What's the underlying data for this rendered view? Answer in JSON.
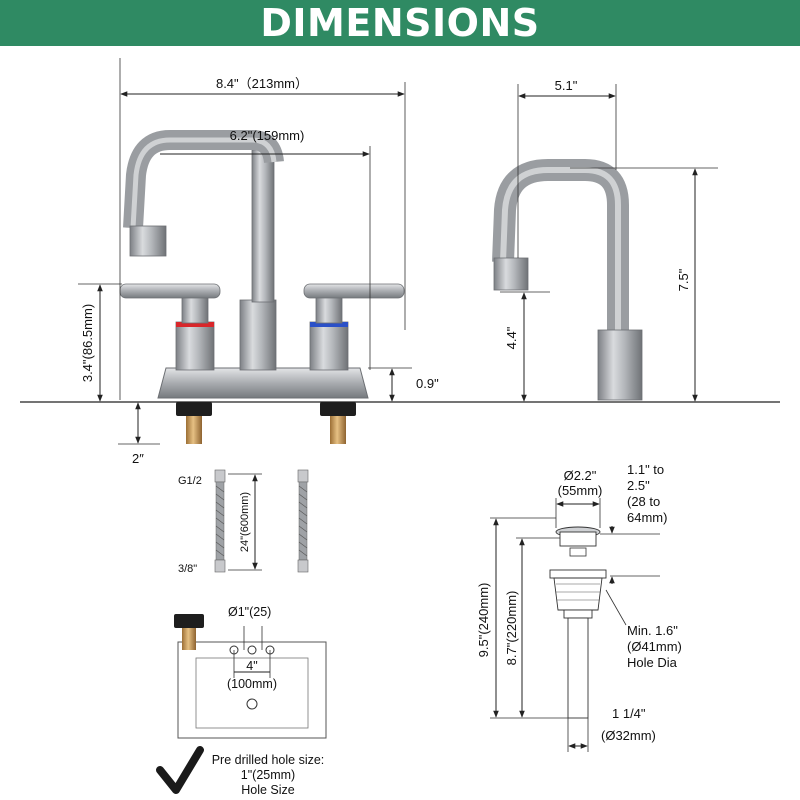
{
  "banner": {
    "title": "DIMENSIONS"
  },
  "faucet_front": {
    "overall_width": "8.4\"（213mm）",
    "spout_reach": "6.2\"(159mm)",
    "handle_height": "3.4\"(86.5mm)",
    "base_height": "0.9\"",
    "shank_length": "2″"
  },
  "faucet_side": {
    "depth": "5.1\"",
    "total_height": "7.5\"",
    "spout_height": "4.4\""
  },
  "hoses": {
    "top_thread": "G1/2",
    "bottom_thread": "3/8\"",
    "length": "24\"(600mm)"
  },
  "sink": {
    "hole_dia": "Ø1\"(25)",
    "spacing_in": "4\"",
    "spacing_mm": "(100mm)",
    "predrill_line1": "Pre drilled hole size:",
    "predrill_line2": "1\"(25mm)",
    "predrill_line3": "Hole Size"
  },
  "drain": {
    "cap_dia_in": "Ø2.2\"",
    "cap_dia_mm": "(55mm)",
    "thickness_line1": "1.1\" to",
    "thickness_line2": "2.5\"",
    "thickness_line3": "(28 to",
    "thickness_line4": "64mm)",
    "total_length": "9.5\"(240mm)",
    "body_length": "8.7\"(220mm)",
    "min_hole_line1": "Min. 1.6\"",
    "min_hole_line2": "(Ø41mm)",
    "min_hole_line3": "Hole Dia",
    "tail_in": "1 1/4\"",
    "tail_mm": "(Ø32mm)"
  },
  "colors": {
    "banner": "#2f8a63",
    "metal": "#a3a6aa",
    "hot": "#d9262a",
    "cold": "#2a50c8",
    "brass": "#c99a55"
  },
  "icons": {
    "checkmark": "checkmark-icon"
  }
}
